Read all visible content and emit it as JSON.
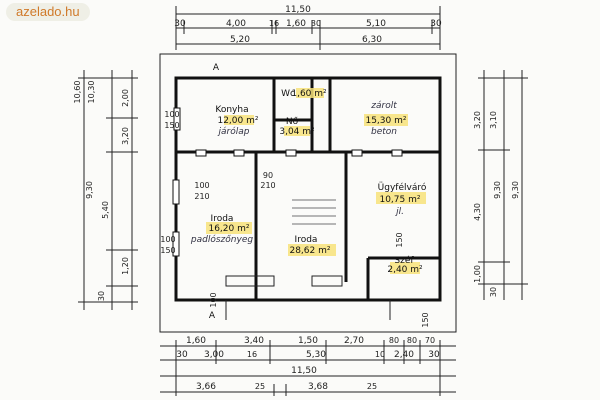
{
  "watermark": "azelado.hu",
  "top_dims": {
    "total": "11,50",
    "row1": [
      "30",
      "4,00",
      "16",
      "1,60",
      "30",
      "5,10",
      "30"
    ],
    "row2": [
      "5,20",
      "6,30"
    ]
  },
  "bottom_dims": {
    "row1": [
      "1,60",
      "3,40",
      "1,50",
      "2,70",
      "80",
      "80",
      "70"
    ],
    "row2": [
      "30",
      "3,00",
      "16",
      "5,30",
      "10",
      "2,40",
      "30"
    ],
    "total": "11,50",
    "row3": [
      "3,66",
      "25",
      "3,68",
      "25"
    ]
  },
  "left_dims": {
    "outer": [
      "10,60",
      "10,30",
      "9,30"
    ],
    "inner": [
      "2,00",
      "3,20",
      "5,40",
      "1,20",
      "30"
    ]
  },
  "right_dims": {
    "outer": [
      "3,10",
      "9,30",
      "9,30"
    ],
    "inner": [
      "3,20",
      "4,30",
      "1,00",
      "30"
    ]
  },
  "rooms": [
    {
      "name": "Konyha",
      "area": "12,00 m²",
      "note": "járólap"
    },
    {
      "name": "Wc",
      "area": "1,60 m²"
    },
    {
      "name": "Nő",
      "area": "3,04 m²"
    },
    {
      "name": "zárolt",
      "area": "15,30 m²",
      "note": "beton"
    },
    {
      "name": "Ügyfélváró",
      "area": "10,75 m²",
      "note": "jl."
    },
    {
      "name": "Iroda",
      "area": "16,20 m²",
      "note": "padlószőnyeg"
    },
    {
      "name": "Iroda",
      "area": "28,62 m²"
    },
    {
      "name": "Széf",
      "area": "2,40 m²"
    }
  ],
  "openings": [
    "100",
    "150",
    "100",
    "210",
    "100",
    "150",
    "90",
    "210",
    "100",
    "150",
    "150"
  ],
  "marks": [
    "A",
    "A"
  ]
}
